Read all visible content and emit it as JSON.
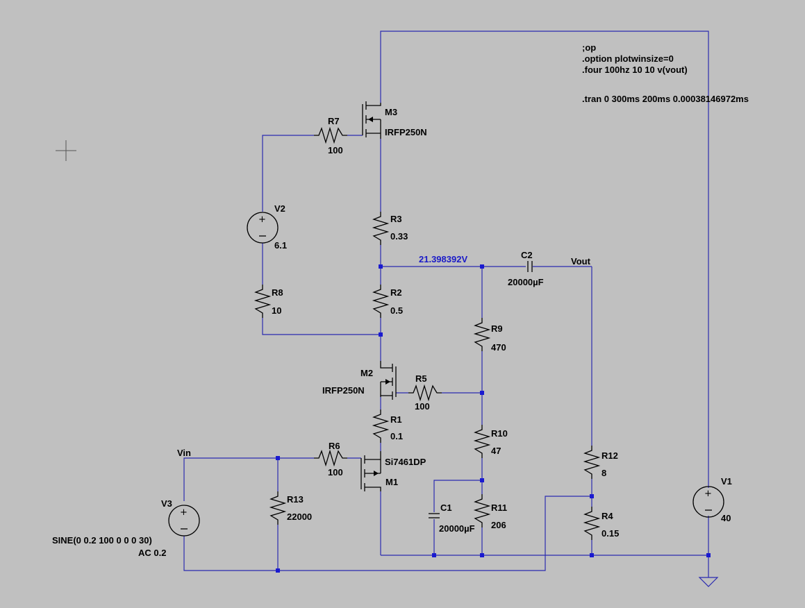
{
  "directives": [
    ";op",
    ".option plotwinsize=0",
    ".four 100hz 10 10 v(vout)",
    ".tran 0 300ms 200ms 0.00038146972ms"
  ],
  "net_labels": {
    "mid_voltage": "21.398392V",
    "vout": "Vout",
    "vin": "Vin"
  },
  "components": {
    "M3": {
      "name": "M3",
      "model": "IRFP250N"
    },
    "M2": {
      "name": "M2",
      "model": "IRFP250N"
    },
    "M1": {
      "name": "M1",
      "model": "Si7461DP"
    },
    "R7": {
      "name": "R7",
      "value": "100"
    },
    "R3": {
      "name": "R3",
      "value": "0.33"
    },
    "R2": {
      "name": "R2",
      "value": "0.5"
    },
    "R8": {
      "name": "R8",
      "value": "10"
    },
    "R9": {
      "name": "R9",
      "value": "470"
    },
    "R5": {
      "name": "R5",
      "value": "100"
    },
    "R1": {
      "name": "R1",
      "value": "0.1"
    },
    "R10": {
      "name": "R10",
      "value": "47"
    },
    "R6": {
      "name": "R6",
      "value": "100"
    },
    "R13": {
      "name": "R13",
      "value": "22000"
    },
    "R11": {
      "name": "R11",
      "value": "206"
    },
    "R12": {
      "name": "R12",
      "value": "8"
    },
    "R4": {
      "name": "R4",
      "value": "0.15"
    },
    "C1": {
      "name": "C1",
      "value": "20000µF"
    },
    "C2": {
      "name": "C2",
      "value": "20000µF"
    },
    "V1": {
      "name": "V1",
      "value": "40"
    },
    "V2": {
      "name": "V2",
      "value": "6.1"
    },
    "V3": {
      "name": "V3",
      "value_line1": "SINE(0 0.2 100 0 0 0 30)",
      "value_line2": "AC 0.2"
    }
  },
  "colors": {
    "background": "#c0c0c0",
    "wire": "#2a2ab0",
    "node": "#1a1ad0",
    "component": "#000000",
    "voltage_label": "#1a1ac8"
  }
}
